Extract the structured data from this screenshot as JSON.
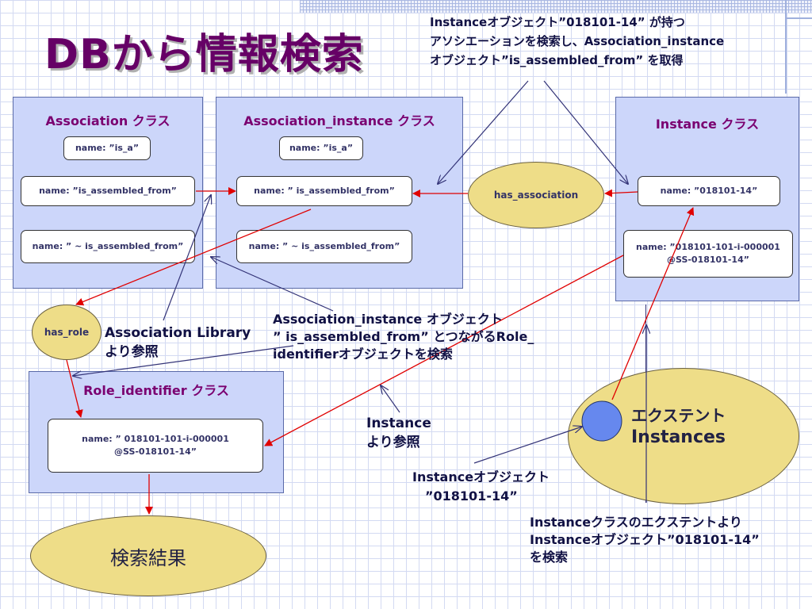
{
  "title": "DBから情報検索",
  "classes": {
    "association": {
      "title": "Association クラス",
      "nodes": [
        "name: ”is_a”",
        "name: ”is_assembled_from”",
        "name: ” ~ is_assembled_from”"
      ]
    },
    "association_instance": {
      "title": "Association_instance クラス",
      "nodes": [
        "name: ”is_a”",
        "name: ” is_assembled_from”",
        "name: ” ~ is_assembled_from”"
      ]
    },
    "instance": {
      "title": "Instance クラス",
      "nodes": [
        "name: ”018101-14”",
        "name: ”018101-101-i-000001",
        "@SS-018101-14”"
      ]
    },
    "role_identifier": {
      "title": "Role_identifier クラス",
      "nodes": [
        "name: ” 018101-101-i-000001",
        "@SS-018101-14”"
      ]
    }
  },
  "ellipses": {
    "has_association": "has_association",
    "has_role": "has_role",
    "extent": [
      "エクステント",
      "Instances"
    ],
    "result": "検索結果"
  },
  "notes": {
    "top_right": [
      "Instanceオブジェクト”018101-14” が持つ",
      "アソシエーションを検索し、Association_instance",
      "オブジェクト”is_assembled_from” を取得"
    ],
    "assoc_library": [
      "Association Library",
      "より参照"
    ],
    "assoc_instance_search": [
      "Association_instance オブジェクト",
      "” is_assembled_from” とつながるRole_",
      "identifierオブジェクトを検索"
    ],
    "instance_ref": [
      "Instance",
      "より参照"
    ],
    "instance_object": [
      "Instanceオブジェクト",
      "　”018101-14”"
    ],
    "extent_search": [
      "Instanceクラスのエクステントより",
      "Instanceオブジェクト”018101-14”",
      "を検索"
    ]
  },
  "colors": {
    "title": "#660066",
    "class_fill": "#ccd6fa",
    "ellipse_fill": "#eedd88",
    "circle_fill": "#6688ee",
    "red_arrow": "#e00000",
    "blue_arrow": "#333377"
  }
}
